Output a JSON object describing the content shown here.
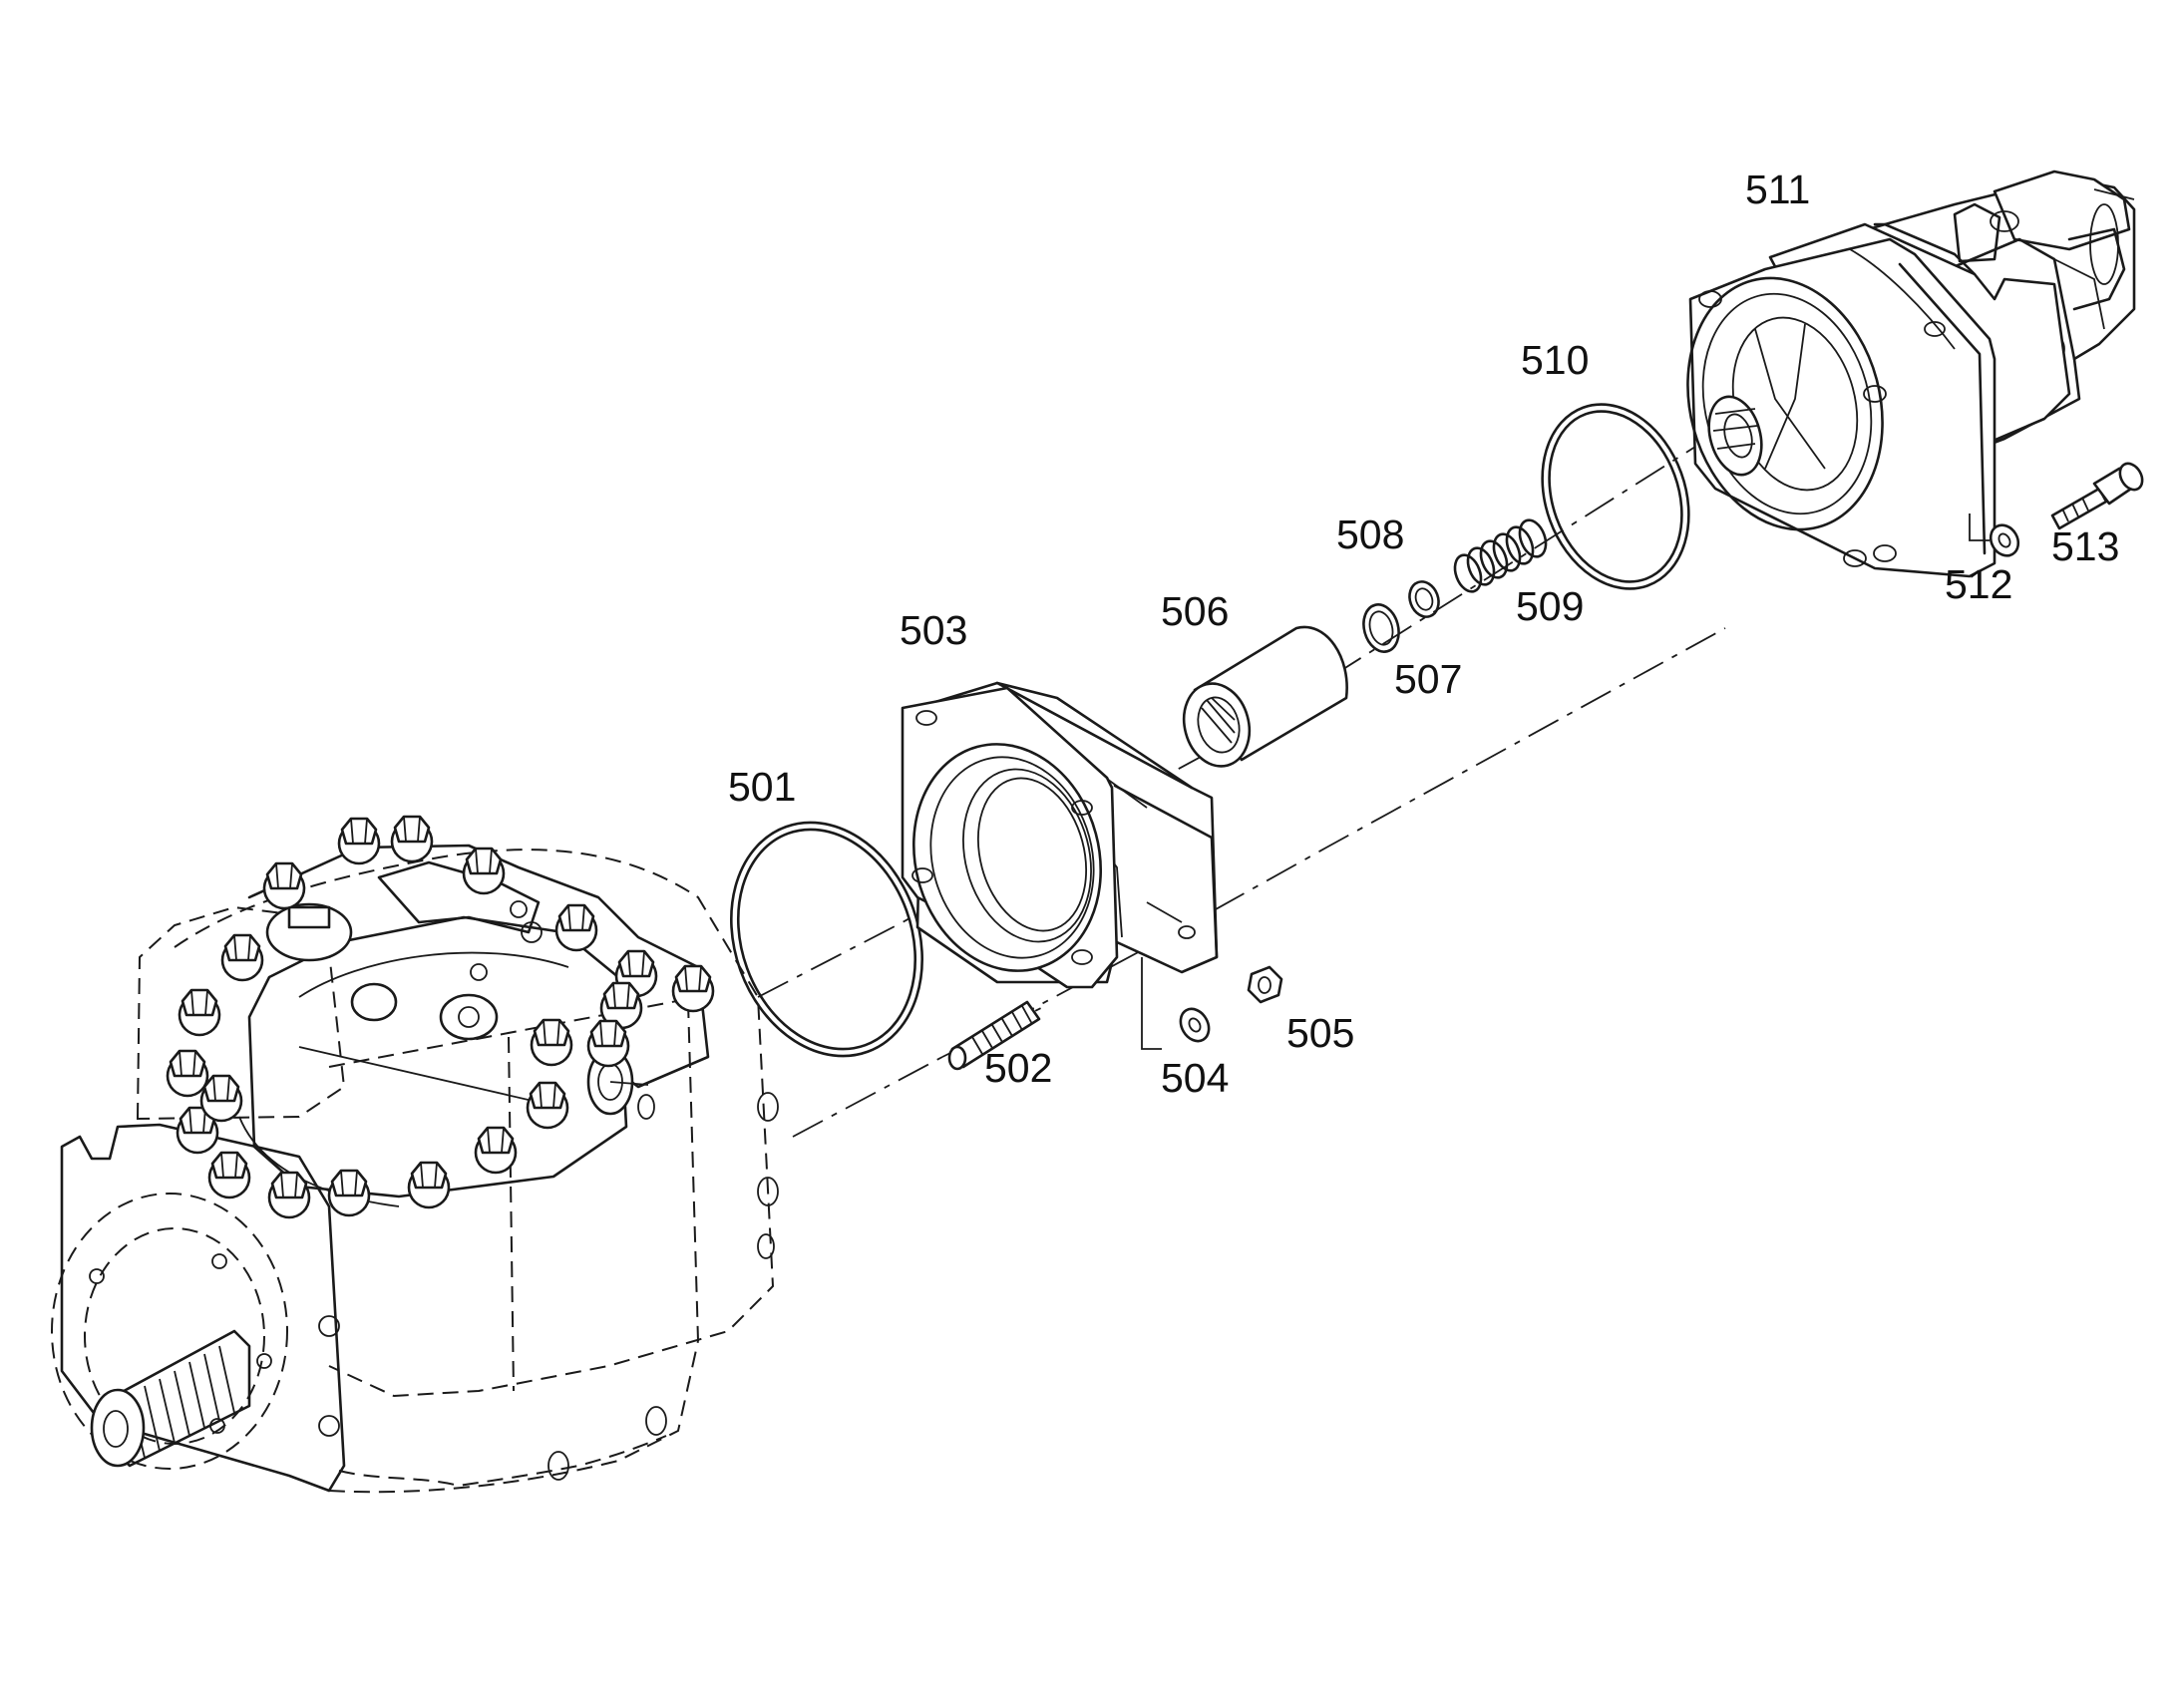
{
  "labels": {
    "p501": "501",
    "p502": "502",
    "p503": "503",
    "p504": "504",
    "p505": "505",
    "p506": "506",
    "p507": "507",
    "p508": "508",
    "p509": "509",
    "p510": "510",
    "p511": "511",
    "p512": "512",
    "p513": "513"
  }
}
